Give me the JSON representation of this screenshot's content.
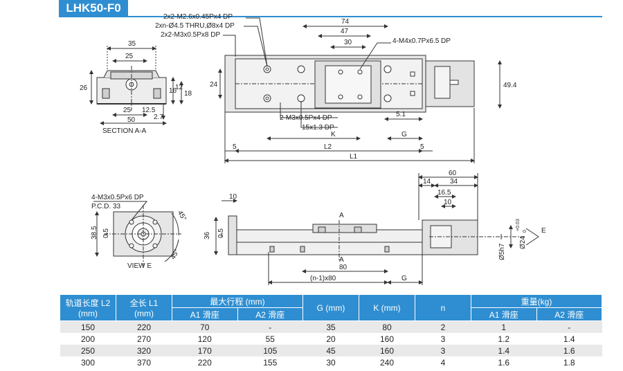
{
  "title": "LHK50-F0",
  "section_view": {
    "label": "SECTION A-A",
    "dims": [
      "35",
      "25",
      "26",
      "16",
      "18",
      "12",
      "25",
      "12.5",
      "50",
      "2.7"
    ]
  },
  "top_view": {
    "callouts": [
      "2x2-M2.6x0.45Px4 DP",
      "2xn-Ø4.5 THRU,Ø8x4 DP",
      "2x2-M3x0.5Px8 DP",
      "4-M4x0.7Px6.5 DP",
      "2-M3x0.5Px4 DP",
      "15x1.3 DP"
    ],
    "dims": [
      "74",
      "47",
      "30",
      "24",
      "49.4",
      "5.1",
      "K",
      "G",
      "5",
      "L2",
      "5",
      "L1"
    ]
  },
  "end_view": {
    "label": "VIEW E",
    "callouts": [
      "4-M3x0.5Px6 DP",
      "P.C.D. 33"
    ],
    "dims": [
      "38.5",
      "0.5",
      "45°",
      "45°"
    ]
  },
  "side_view": {
    "dims": [
      "10",
      "36",
      "0.5",
      "A",
      "A",
      "80",
      "(n-1)x80",
      "G",
      "60",
      "14",
      "34",
      "16.5",
      "10",
      "Ø24",
      "+0.03",
      "0",
      "Ø5h7",
      "E"
    ]
  },
  "table": {
    "headers": {
      "rail_len": "轨道长度 L2",
      "rail_len_unit": "(mm)",
      "total_len": "全长 L1",
      "total_len_unit": "(mm)",
      "stroke": "最大行程 (mm)",
      "a1": "A1 滑座",
      "a2": "A2 滑座",
      "g": "G (mm)",
      "k": "K (mm)",
      "n": "n",
      "weight": "重量(kg)",
      "w_a1": "A1 滑座",
      "w_a2": "A2 滑座"
    },
    "rows": [
      [
        "150",
        "220",
        "70",
        "-",
        "35",
        "80",
        "2",
        "1",
        "-"
      ],
      [
        "200",
        "270",
        "120",
        "55",
        "20",
        "160",
        "3",
        "1.2",
        "1.4"
      ],
      [
        "250",
        "320",
        "170",
        "105",
        "45",
        "160",
        "3",
        "1.4",
        "1.6"
      ],
      [
        "300",
        "370",
        "220",
        "155",
        "30",
        "240",
        "4",
        "1.6",
        "1.8"
      ]
    ]
  }
}
